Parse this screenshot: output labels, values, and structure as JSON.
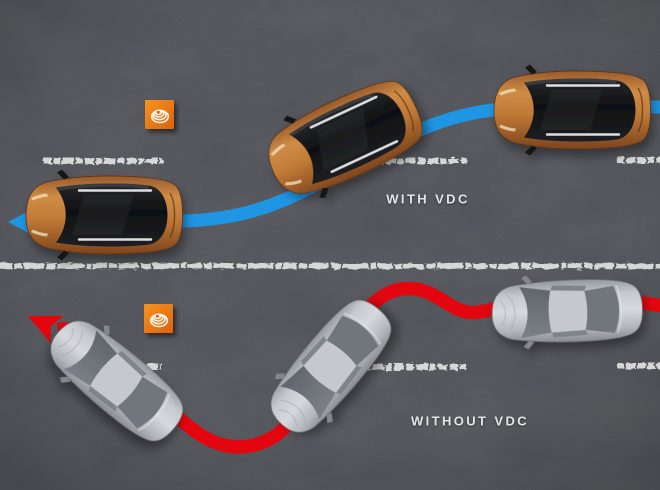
{
  "road": {
    "surface_color": "#57595d",
    "marking_color": "#e9e9e9",
    "divider": "worn white center line",
    "lane_marking_rows": 3
  },
  "scenarios": [
    {
      "id": "with-vdc",
      "label": "WITH VDC",
      "path_color": "#1f96e4",
      "path_shape": "smooth S-curve ending in left arrow",
      "vehicle": "orange SUV",
      "vehicle_count": 3,
      "icon": "skid-warning-icon",
      "icon_color": "#ee7512"
    },
    {
      "id": "without-vdc",
      "label": "WITHOUT VDC",
      "path_color": "#e3060e",
      "path_shape": "oscillating skid curve ending in upper-left arrow",
      "vehicle": "silver sedan",
      "vehicle_count": 3,
      "icon": "skid-warning-icon",
      "icon_color": "#ee7512"
    }
  ]
}
